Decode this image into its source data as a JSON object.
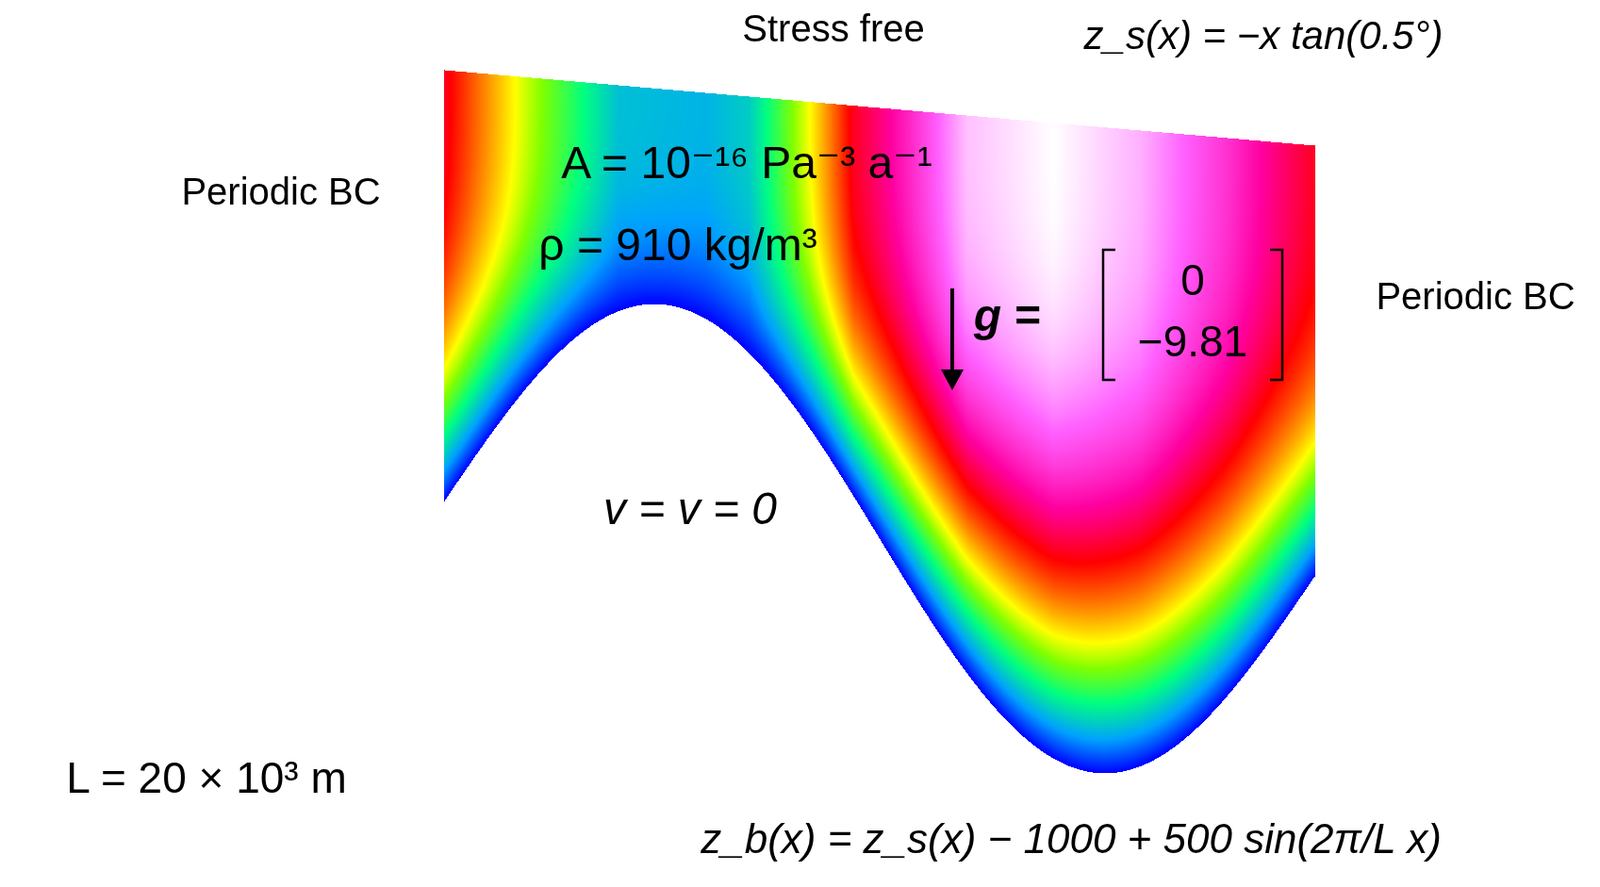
{
  "diagram": {
    "labels": [
      "Stress free",
      "z_s(x) = −x tan(0.5°)",
      "Periodic BC",
      "A = 10⁻¹⁶ Pa⁻³ a⁻¹",
      "ρ = 910 kg/m³",
      "g =",
      "0",
      "−9.81",
      "Periodic BC",
      "v = v = 0",
      "L = 20 × 10³ m",
      "z_b(x) = z_s(x) − 1000 + 500 sin(2π/L x)"
    ]
  }
}
